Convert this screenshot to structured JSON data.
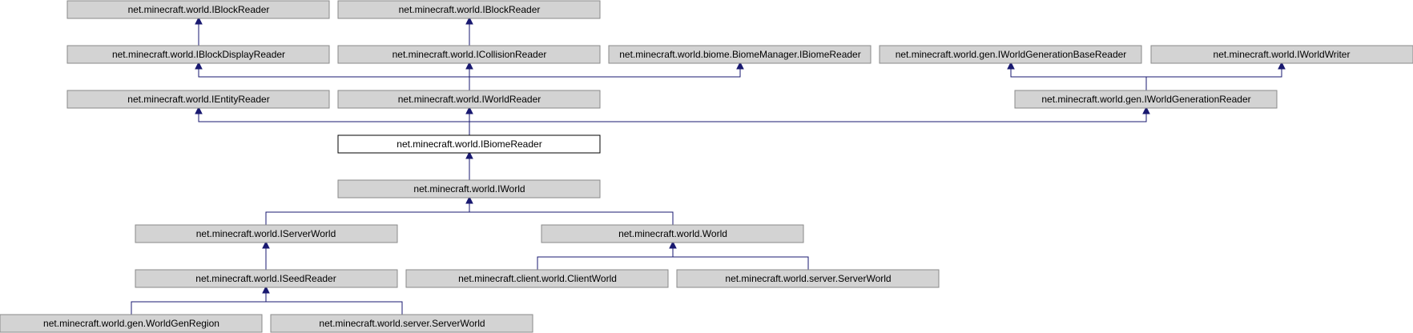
{
  "diagram": {
    "nodes": {
      "blockReader1": "net.minecraft.world.IBlockReader",
      "blockReader2": "net.minecraft.world.IBlockReader",
      "blockDisplayReader": "net.minecraft.world.IBlockDisplayReader",
      "collisionReader": "net.minecraft.world.ICollisionReader",
      "biomeManagerBiomeReader": "net.minecraft.world.biome.BiomeManager.IBiomeReader",
      "worldGenBaseReader": "net.minecraft.world.gen.IWorldGenerationBaseReader",
      "worldWriter": "net.minecraft.world.IWorldWriter",
      "entityReader": "net.minecraft.world.IEntityReader",
      "worldReader": "net.minecraft.world.IWorldReader",
      "worldGenReader": "net.minecraft.world.gen.IWorldGenerationReader",
      "biomeReader": "net.minecraft.world.IBiomeReader",
      "iworld": "net.minecraft.world.IWorld",
      "serverWorldIface": "net.minecraft.world.IServerWorld",
      "world": "net.minecraft.world.World",
      "seedReader": "net.minecraft.world.ISeedReader",
      "clientWorld": "net.minecraft.client.world.ClientWorld",
      "serverWorldA": "net.minecraft.world.server.ServerWorld",
      "worldGenRegion": "net.minecraft.world.gen.WorldGenRegion",
      "serverWorldB": "net.minecraft.world.server.ServerWorld"
    },
    "current_node": "biomeReader",
    "colors": {
      "node_fill": "#d3d3d3",
      "current_fill": "#ffffff",
      "edge": "#191970"
    }
  }
}
